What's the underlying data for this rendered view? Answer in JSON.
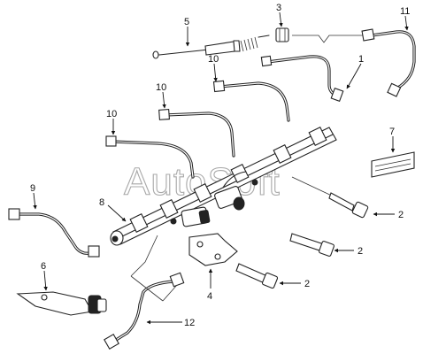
{
  "watermark": "AutoSoft",
  "callouts": {
    "c1": "1",
    "c2a": "2",
    "c2b": "2",
    "c2c": "2",
    "c3": "3",
    "c4": "4",
    "c5": "5",
    "c6": "6",
    "c7": "7",
    "c8": "8",
    "c9": "9",
    "c10a": "10",
    "c10b": "10",
    "c10c": "10",
    "c11": "11",
    "c12": "12"
  },
  "colors": {
    "ink": "#222222",
    "watermark_outline": "#9a9a9a",
    "background": "#ffffff"
  }
}
